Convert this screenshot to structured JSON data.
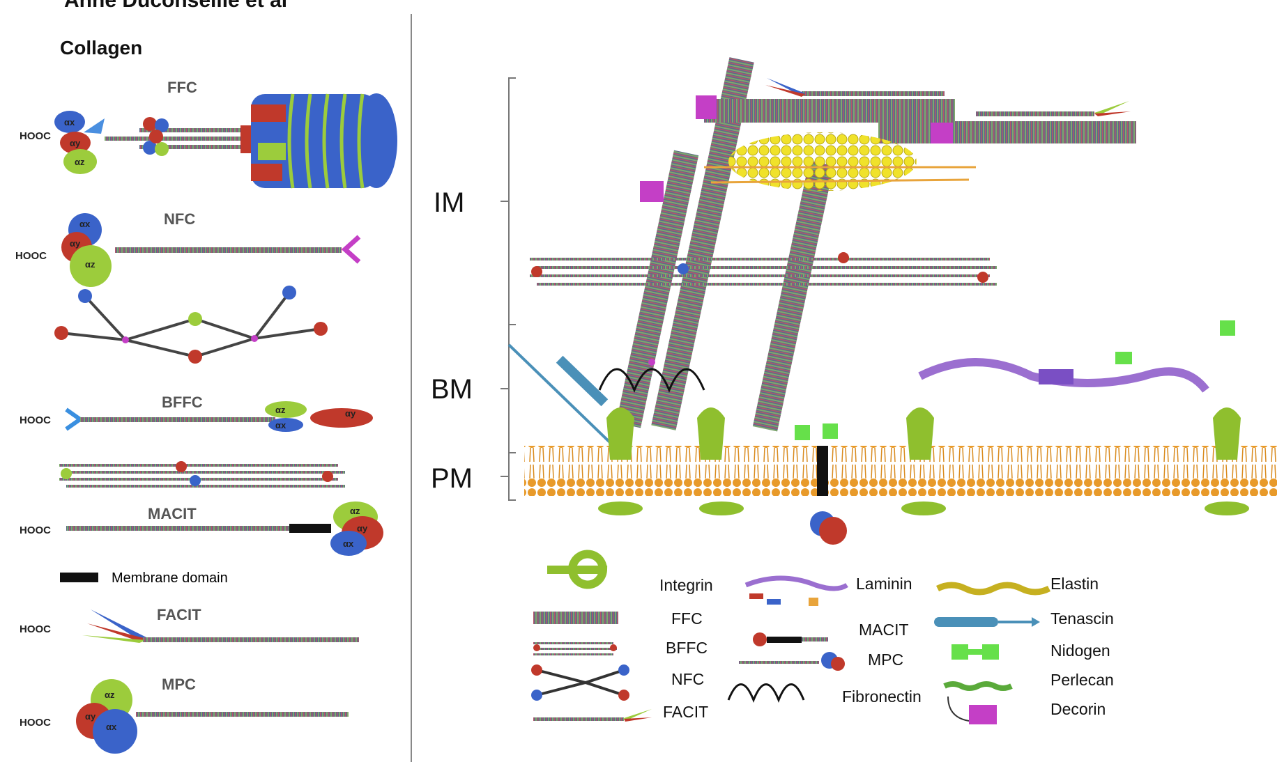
{
  "header": {
    "author": "Anne Duconseille et al"
  },
  "left": {
    "section_title": "Collagen",
    "hooc": "HOOC",
    "types": [
      {
        "name": "FFC"
      },
      {
        "name": "NFC"
      },
      {
        "name": "BFFC"
      },
      {
        "name": "MACIT"
      },
      {
        "name": "FACIT"
      },
      {
        "name": "MPC"
      }
    ],
    "membrane_domain": "Membrane domain",
    "subunits": {
      "ax": "αx",
      "ay": "αy",
      "az": "αz"
    }
  },
  "right": {
    "layers": {
      "im": "IM",
      "bm": "BM",
      "pm": "PM"
    },
    "legend": {
      "col1": [
        "Integrin",
        "FFC",
        "BFFC",
        "NFC",
        "FACIT"
      ],
      "col2": [
        "Laminin",
        "MACIT",
        "MPC",
        "Fibronectin"
      ],
      "col3": [
        "Elastin",
        "Tenascin",
        "Nidogen",
        "Perlecan",
        "Decorin"
      ]
    }
  },
  "colors": {
    "red": "#c0392b",
    "blue": "#3a63c9",
    "green": "#9ccc3c",
    "magenta": "#c43fc6",
    "orange": "#e8a43b",
    "stripe": "#5b6b8a",
    "integrin": "#8fbf2e",
    "tenascin": "#4a90b8",
    "nidogen": "#66e04a"
  }
}
